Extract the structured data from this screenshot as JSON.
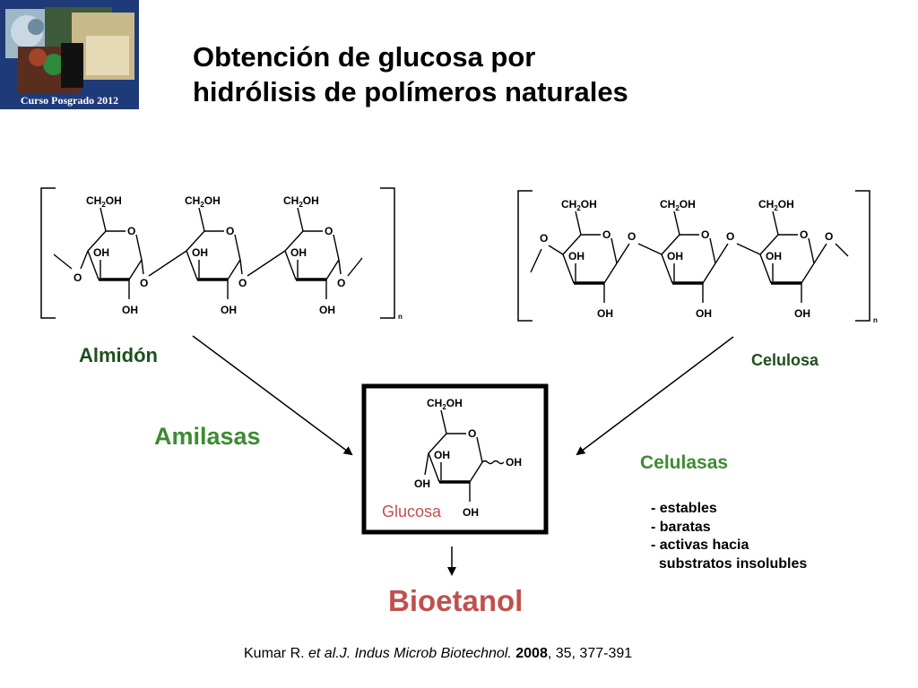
{
  "logo": {
    "caption": "Curso Posgrado 2012"
  },
  "title": {
    "line1": "Obtención de glucosa por",
    "line2": "hidrólisis de polímeros naturales"
  },
  "chem_labels": {
    "ch2": "CH",
    "ch2_sub": "2",
    "ch2_oh": "OH",
    "o": "O",
    "oh": "OH",
    "n": "n"
  },
  "labels": {
    "almidon": "Almidón",
    "celulosa": "Celulosa",
    "amilasas": "Amilasas",
    "celulasas": "Celulasas",
    "glucosa": "Glucosa",
    "bioetanol": "Bioetanol"
  },
  "properties": [
    "- estables",
    "- baratas",
    "- activas hacia",
    "  substratos insolubles"
  ],
  "citation": {
    "authors": "Kumar R. ",
    "etal": "et al.J. Indus Microb Biotechnol.",
    "year": "2008",
    "rest": ", 35, 377-391"
  },
  "colors": {
    "green_dark": "#1f4f1f",
    "green": "#3c8c32",
    "red": "#c0504d",
    "logo_bg": "#1f3a78"
  }
}
